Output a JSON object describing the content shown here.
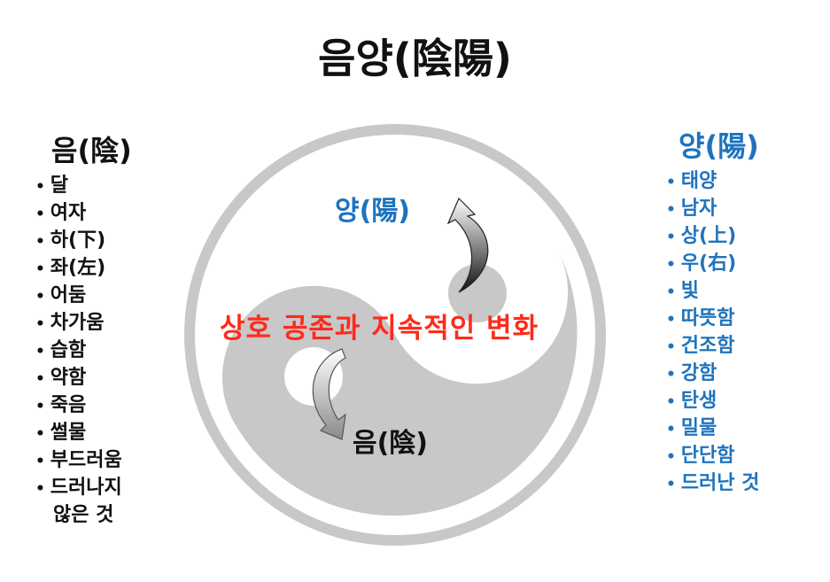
{
  "title": "음양(陰陽)",
  "yin": {
    "heading": "음(陰)",
    "items": [
      "달",
      "여자",
      "하(下)",
      "좌(左)",
      "어둠",
      "차가움",
      "습함",
      "약함",
      "죽음",
      "썰물",
      "부드러움",
      "드러나지",
      "않은 것"
    ]
  },
  "yang": {
    "heading": "양(陽)",
    "items": [
      "태양",
      "남자",
      "상(上)",
      "우(右)",
      "빛",
      "따뜻함",
      "건조함",
      "강함",
      "탄생",
      "밀물",
      "단단함",
      "드러난 것"
    ]
  },
  "diagram": {
    "yang_label": "양(陽)",
    "yin_label": "음(陰)",
    "center_text": "상호 공존과 지속적인 변화"
  },
  "colors": {
    "yang_text": "#1E73BE",
    "yin_text": "#111111",
    "center_text": "#FF2A1A",
    "taiji_gray": "#C8C8C8"
  }
}
